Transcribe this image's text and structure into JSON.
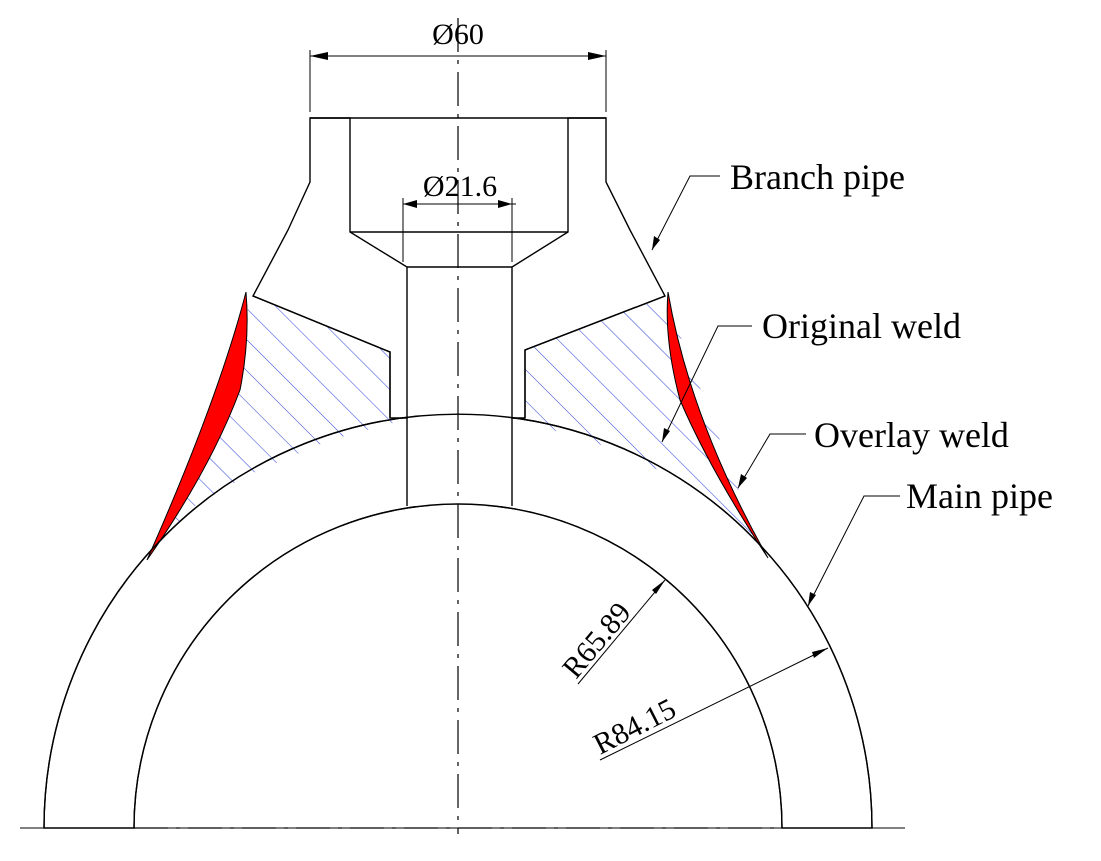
{
  "dimensions": {
    "top_diameter": "Ø60",
    "bore_diameter": "Ø21.6",
    "inner_radius": "R65.89",
    "outer_radius": "R84.15"
  },
  "labels": {
    "branch_pipe": "Branch pipe",
    "original_weld": "Original weld",
    "overlay_weld": "Overlay weld",
    "main_pipe": "Main pipe"
  },
  "colors": {
    "line": "#000000",
    "overlay_weld_fill": "#ff0000",
    "original_weld_hatch": "#3b4bdc",
    "metal_hatch": "#000000",
    "background": "#ffffff"
  }
}
